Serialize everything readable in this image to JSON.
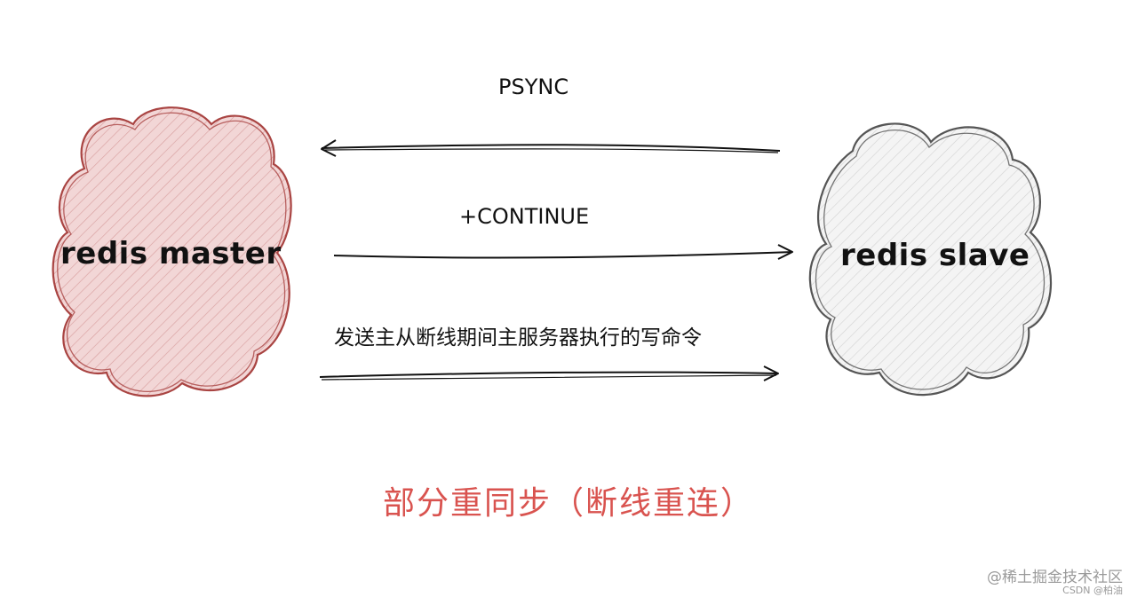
{
  "diagram": {
    "nodes": {
      "master": {
        "label": "redis master",
        "fill": "#f2d6d6",
        "stroke": "#a94442"
      },
      "slave": {
        "label": "redis slave",
        "fill": "#f4f4f4",
        "stroke": "#555555"
      }
    },
    "edges": [
      {
        "label": "PSYNC",
        "direction": "slave-to-master"
      },
      {
        "label": "+CONTINUE",
        "direction": "master-to-slave"
      },
      {
        "label": "发送主从断线期间主服务器执行的写命令",
        "direction": "master-to-slave"
      }
    ],
    "title": {
      "text": "部分重同步（断线重连）",
      "color": "#d9534f"
    }
  },
  "watermark": {
    "line1": "@稀土掘金技术社区",
    "line2": "CSDN @柏油"
  }
}
